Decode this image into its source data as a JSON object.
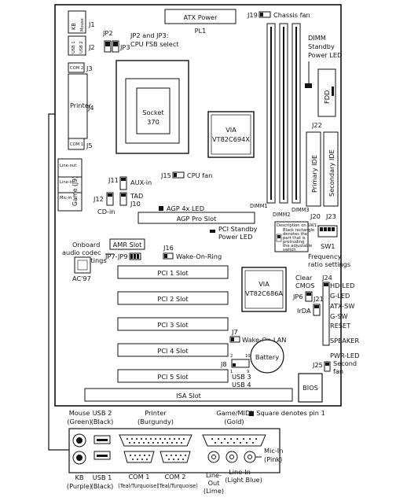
{
  "board": {
    "atx_power": "ATX Power",
    "pl1": "PL1",
    "j19": "J19",
    "chassis_fan": "Chassis fan",
    "kb": "KB",
    "mouse": "Mouse",
    "j1": "J1",
    "usb1": "USB 1",
    "usb2": "USB 2",
    "j2": "J2",
    "j3": "J3",
    "jp2_label": "JP2",
    "jp3_label": "JP3",
    "cpu_fsb_select_line1": "JP2 and JP3:",
    "cpu_fsb_select_line2": "CPU FSB select",
    "printer": "Printer",
    "j4": "J4",
    "com1": "COM 1",
    "com2": "COM 2",
    "j5": "J5",
    "socket_line1": "Socket",
    "socket_line2": "370",
    "northbridge_line1": "VIA",
    "northbridge_line2": "VT82C694X",
    "dimm_standby_line1": "DIMM",
    "dimm_standby_line2": "Standby",
    "dimm_standby_line3": "Power LED",
    "fdd": "FDD",
    "j22": "J22",
    "line_out": "Line-out",
    "line_in": "Line-in",
    "mic_in": "Mic-in",
    "game_j9": "Game (J9)",
    "j11": "J11",
    "aux_in": "AUX-in",
    "j15": "J15",
    "cpu_fan": "CPU fan",
    "j12": "J12",
    "cd_in": "CD-in",
    "tad": "TAD",
    "j10": "J10",
    "primary_ide": "Primary IDE",
    "secondary_ide": "Secondary IDE",
    "agp_led": "AGP 4x LED",
    "dimm1": "DIMM1",
    "dimm2": "DIMM2",
    "dimm3": "DIMM3",
    "j20": "J20",
    "j23": "J23",
    "agp_pro_slot": "AGP Pro Slot",
    "pci_standby_line1": "PCI Standby",
    "pci_standby_line2": "Power LED",
    "sw1_desc_line1": "Description on SW1:",
    "sw1_desc_line2": "Black rectangle",
    "sw1_desc_line3": "denotes the",
    "sw1_desc_line4": "part that is",
    "sw1_desc_line5": "protruding",
    "sw1_desc_line6": "the adjustable",
    "sw1_desc_line7": "switch",
    "sw1": "SW1",
    "freq_line1": "Frequency",
    "freq_line2": "ratio settings",
    "onboard_line1": "Onboard",
    "onboard_line2": "audio codec",
    "onboard_line3": "settings",
    "amr_slot": "AMR Slot",
    "j16": "J16",
    "jp7_jp9": "JP7-JP9",
    "wake_on_ring": "Wake-On-Ring",
    "ac97": "AC'97",
    "pci1": "PCI 1 Slot",
    "pci2": "PCI 2 Slot",
    "pci3": "PCI 3 Slot",
    "pci4": "PCI 4 Slot",
    "pci5": "PCI 5 Slot",
    "isa": "ISA Slot",
    "southbridge_line1": "VIA",
    "southbridge_line2": "VT82C686A",
    "clear_cmos_line1": "Clear",
    "clear_cmos_line2": "CMOS",
    "jp6": "JP6",
    "j24": "J24",
    "j21": "J21",
    "irda": "IrDA",
    "hd_led": "HD-LED",
    "g_led": "G-LED",
    "atx_sw": "ATX-SW",
    "g_sw": "G-SW",
    "reset": "RESET",
    "speaker": "SPEAKER",
    "pwr_led": "PWR-LED",
    "j7": "J7",
    "wake_on_lan": "Wake-On-LAN",
    "battery": "Battery",
    "j8": "J8",
    "pin1": "1",
    "pin2": "2",
    "pin9": "9",
    "pin10": "10",
    "usb3": "USB 3",
    "usb4": "USB 4",
    "j25": "J25",
    "second_fan_line1": "Second",
    "second_fan_line2": "fan",
    "bios": "BIOS",
    "square_note": "■ Square denotes pin 1"
  },
  "back_panel": {
    "mouse": "Mouse",
    "mouse_color": "(Green)",
    "usb2": "USB 2",
    "usb2_color": "(Black)",
    "printer": "Printer",
    "printer_color": "(Burgundy)",
    "game": "Game/MIDI",
    "game_color": "(Gold)",
    "kb": "KB",
    "kb_color": "(Purple)",
    "usb1": "USB 1",
    "usb1_color": "(Black)",
    "com1": "COM 1",
    "com1_color": "(Teal/Turquoise)",
    "com2": "COM 2",
    "com2_color": "(Teal/Turquoise)",
    "line_out": "Line-",
    "line_out2": "Out",
    "line_out_color": "(Lime)",
    "line_in": "Line-In",
    "line_in_color": "(Light Blue)",
    "mic_in": "Mic-In",
    "mic_in_color": "(Pink)"
  }
}
